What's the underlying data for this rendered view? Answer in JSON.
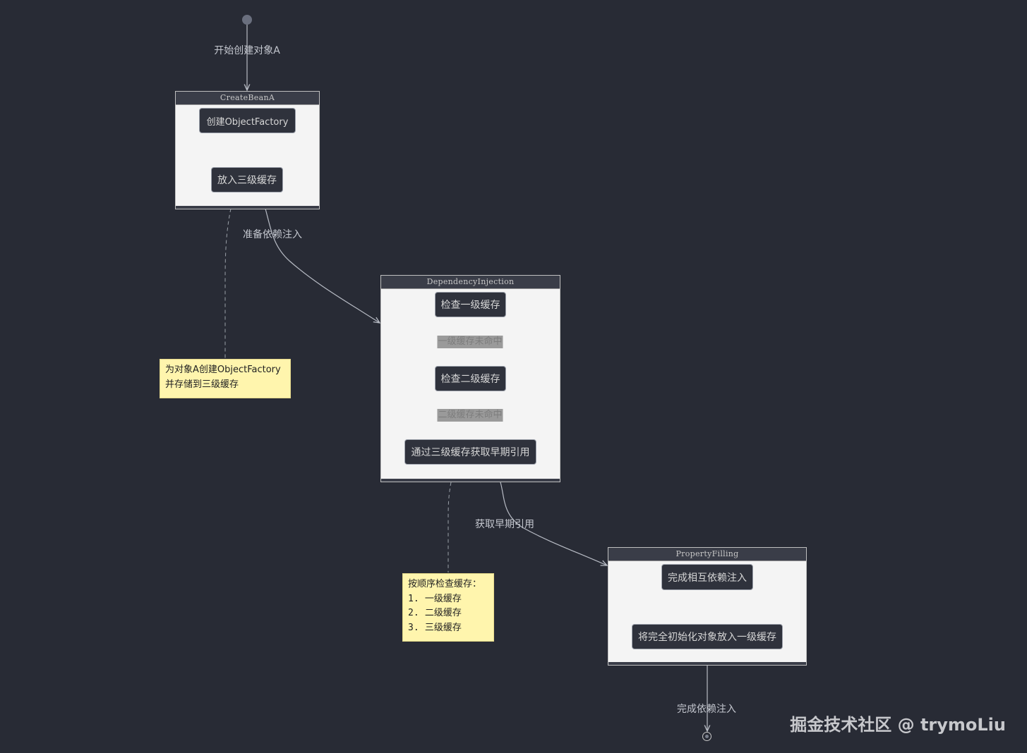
{
  "start": {
    "label": "开始创建对象A"
  },
  "states": {
    "create": {
      "title": "CreateBeanA",
      "nodes": [
        "创建ObjectFactory",
        "放入三级缓存"
      ]
    },
    "inject": {
      "title": "DependencyInjection",
      "nodes": [
        "检查一级缓存",
        "检查二级缓存",
        "通过三级缓存获取早期引用"
      ],
      "edge_labels": [
        "一级缓存未命中",
        "二级缓存未命中"
      ]
    },
    "fill": {
      "title": "PropertyFilling",
      "nodes": [
        "完成相互依赖注入",
        "将完全初始化对象放入一级缓存"
      ]
    }
  },
  "transitions": {
    "to_inject": "准备依赖注入",
    "to_fill": "获取早期引用",
    "to_end": "完成依赖注入"
  },
  "notes": {
    "create": [
      "为对象A创建ObjectFactory",
      "并存储到三级缓存"
    ],
    "inject": [
      "按顺序检查缓存：",
      "1.",
      "一级缓存",
      "2.",
      "二级缓存",
      "3.",
      "三级缓存"
    ]
  },
  "watermark": "掘金技术社区 @ trymoLiu",
  "colors": {
    "background": "#282b35",
    "state_body": "#f4f4f4",
    "node": "#2f323c",
    "note": "#fff5ad",
    "line": "#9ea3ad"
  }
}
